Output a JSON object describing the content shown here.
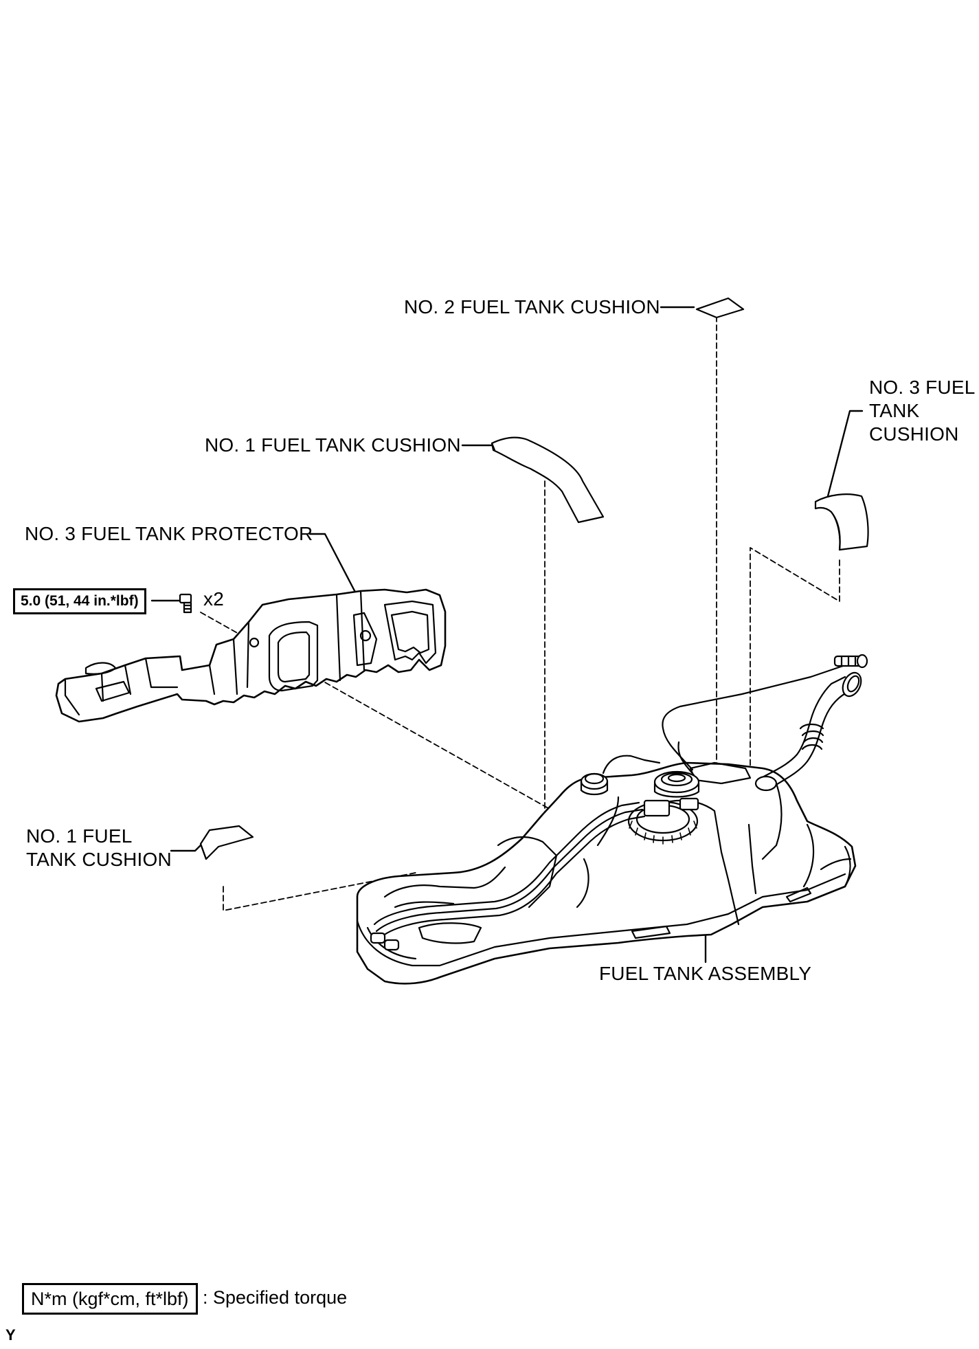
{
  "labels": {
    "cushion2": "NO. 2 FUEL TANK CUSHION",
    "cushion1_top": "NO. 1 FUEL TANK CUSHION",
    "cushion3": [
      "NO. 3 FUEL",
      "TANK",
      "CUSHION"
    ],
    "protector3": "NO. 3 FUEL TANK PROTECTOR",
    "cushion1_left": [
      "NO. 1 FUEL",
      "TANK CUSHION"
    ],
    "tank": "FUEL TANK ASSEMBLY"
  },
  "torque": {
    "value": "5.0 (51, 44 in.*lbf)",
    "qty": "x2"
  },
  "legend": {
    "box": "N*m (kgf*cm, ft*lbf)",
    "desc": ": Specified torque"
  },
  "figure_code": "Y"
}
